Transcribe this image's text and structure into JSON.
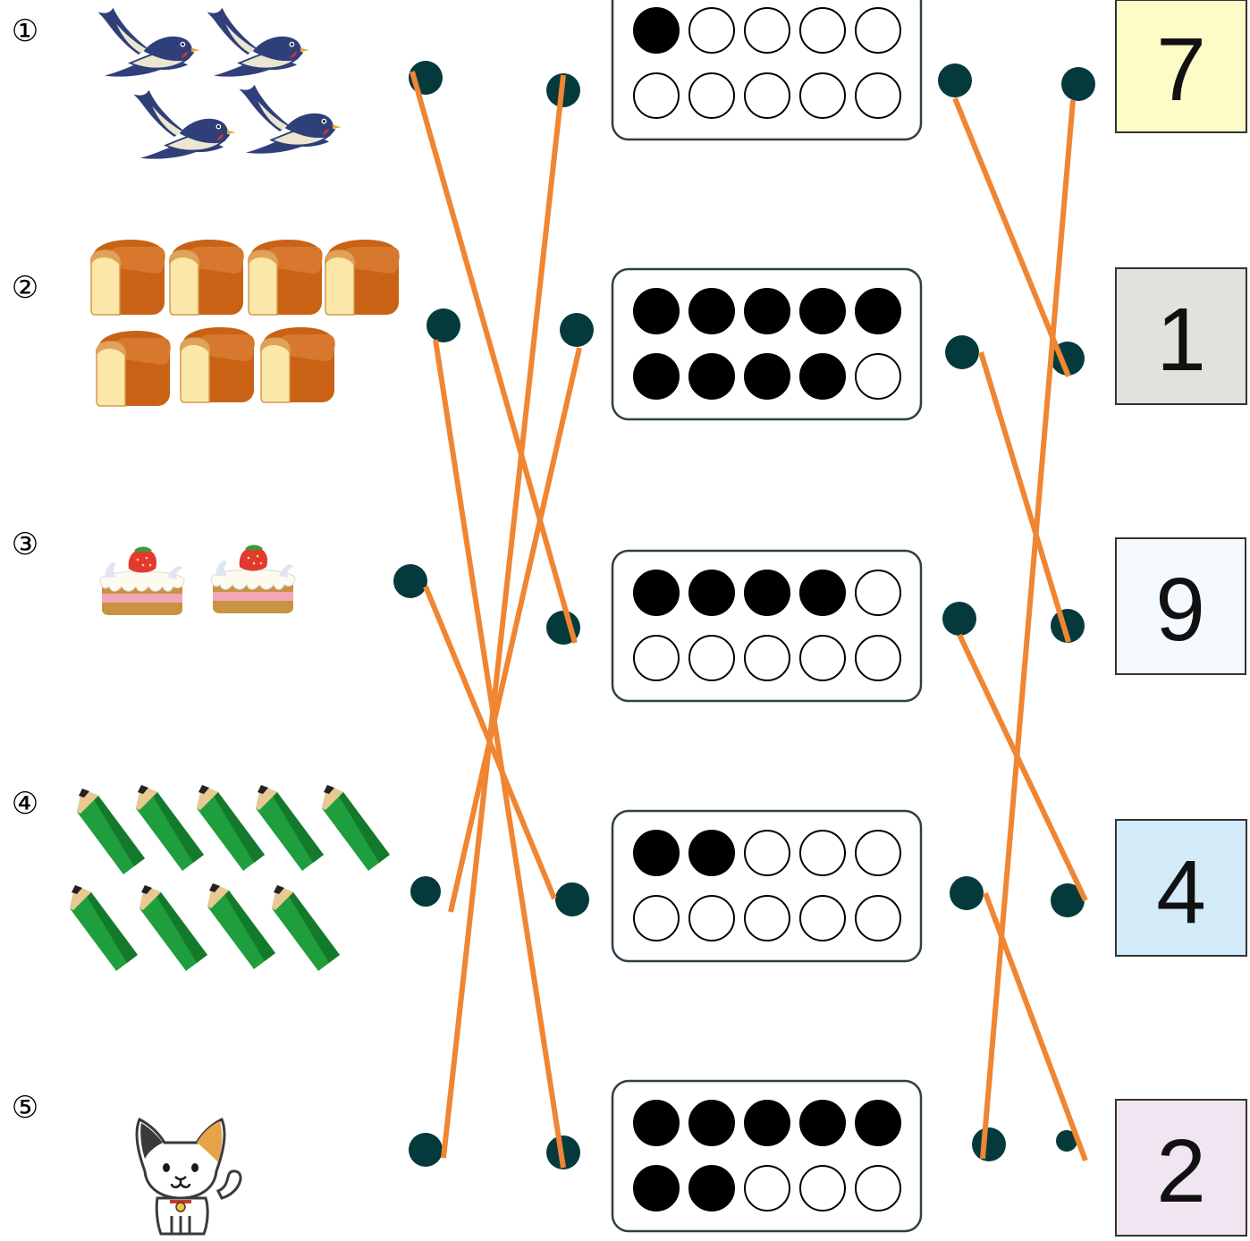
{
  "colors": {
    "line": "#f08532",
    "dot": "#053a3d",
    "frame_stroke": "#2f3f48",
    "filled": "#000000",
    "empty": "#ffffff"
  },
  "rows": [
    {
      "marker": "①",
      "picture": "swallows",
      "count": 4,
      "tenframe_filled": 1,
      "number": {
        "value": "7",
        "bg": "#fdfbc6"
      }
    },
    {
      "marker": "②",
      "picture": "bread-loaves",
      "count": 7,
      "tenframe_filled": 9,
      "number": {
        "value": "1",
        "bg": "#dfe3dc"
      }
    },
    {
      "marker": "③",
      "picture": "strawberry-cakes",
      "count": 2,
      "tenframe_filled": 4,
      "number": {
        "value": "9",
        "bg": "#f4f9fd"
      }
    },
    {
      "marker": "④",
      "picture": "green-pencils",
      "count": 9,
      "tenframe_filled": 2,
      "number": {
        "value": "4",
        "bg": "#d3eaf8"
      }
    },
    {
      "marker": "⑤",
      "picture": "calico-cat",
      "count": 1,
      "tenframe_filled": 7,
      "number": {
        "value": "2",
        "bg": "#f0e5f1"
      }
    }
  ],
  "connections_left": [
    [
      1,
      3
    ],
    [
      2,
      5
    ],
    [
      3,
      4
    ],
    [
      4,
      2
    ],
    [
      5,
      1
    ]
  ],
  "connections_right": [
    [
      1,
      2
    ],
    [
      2,
      3
    ],
    [
      3,
      4
    ],
    [
      4,
      5
    ],
    [
      5,
      1
    ]
  ]
}
